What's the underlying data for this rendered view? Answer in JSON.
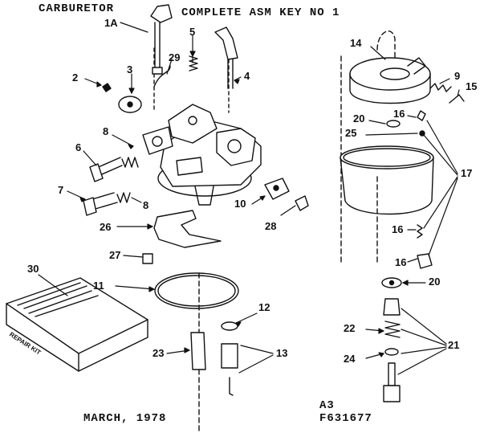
{
  "title_left": "CARBURETOR",
  "title_right": "COMPLETE ASM KEY NO 1",
  "footer_date": "MARCH, 1978",
  "footer_code_a": "A3",
  "footer_code_b": "F631677",
  "kit_label": "REPAIR KIT",
  "callouts": {
    "c1a": "1A",
    "c2": "2",
    "c3": "3",
    "c4": "4",
    "c5": "5",
    "c6": "6",
    "c7": "7",
    "c8a": "8",
    "c8b": "8",
    "c9": "9",
    "c10": "10",
    "c11": "11",
    "c12": "12",
    "c13": "13",
    "c14": "14",
    "c15": "15",
    "c16a": "16",
    "c16b": "16",
    "c16c": "16",
    "c17": "17",
    "c20a": "20",
    "c20b": "20",
    "c21": "21",
    "c22": "22",
    "c23": "23",
    "c24": "24",
    "c25": "25",
    "c26": "26",
    "c27": "27",
    "c28": "28",
    "c29": "29",
    "c30": "30"
  },
  "colors": {
    "ink": "#111111",
    "paper": "#ffffff"
  }
}
